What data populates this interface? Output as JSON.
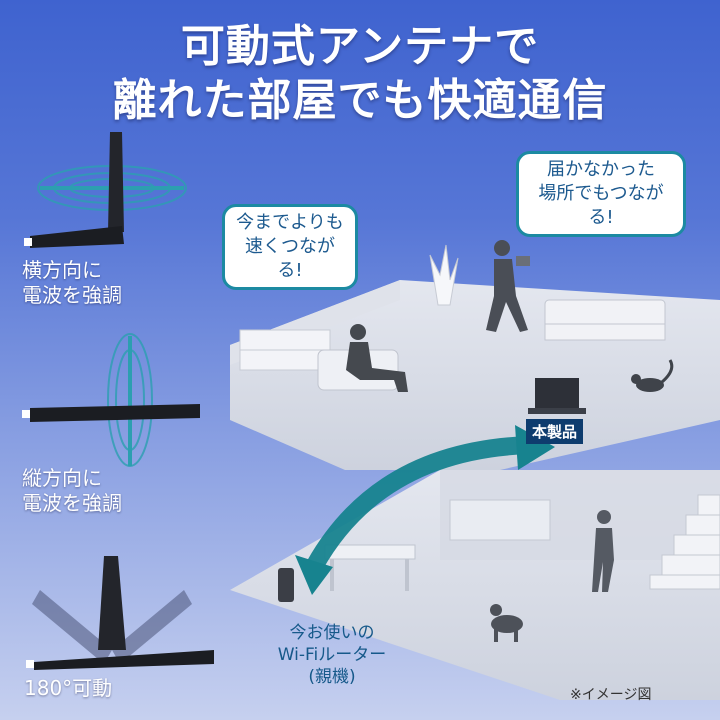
{
  "headline": {
    "line1": "可動式アンテナで",
    "line2": "離れた部屋でも快適通信"
  },
  "antenna_modes": [
    {
      "label_line1": "横方向に",
      "label_line2": "電波を強調"
    },
    {
      "label_line1": "縦方向に",
      "label_line2": "電波を強調"
    },
    {
      "label_line1": "180°可動",
      "label_line2": ""
    }
  ],
  "bubbles": {
    "near": {
      "line1": "今までよりも",
      "line2": "速くつながる!"
    },
    "far": {
      "line1": "届かなかった",
      "line2": "場所でもつながる!"
    }
  },
  "product_tag": "本製品",
  "router_label": {
    "line1": "今お使いの",
    "line2": "Wi-Fiルーター",
    "line3": "(親機)"
  },
  "image_note": "※イメージ図",
  "colors": {
    "bg_top": "#3f63cf",
    "arrow": "#17838f",
    "bubble_border": "#1c8aa2",
    "tag_bg": "#0e3c6e"
  }
}
